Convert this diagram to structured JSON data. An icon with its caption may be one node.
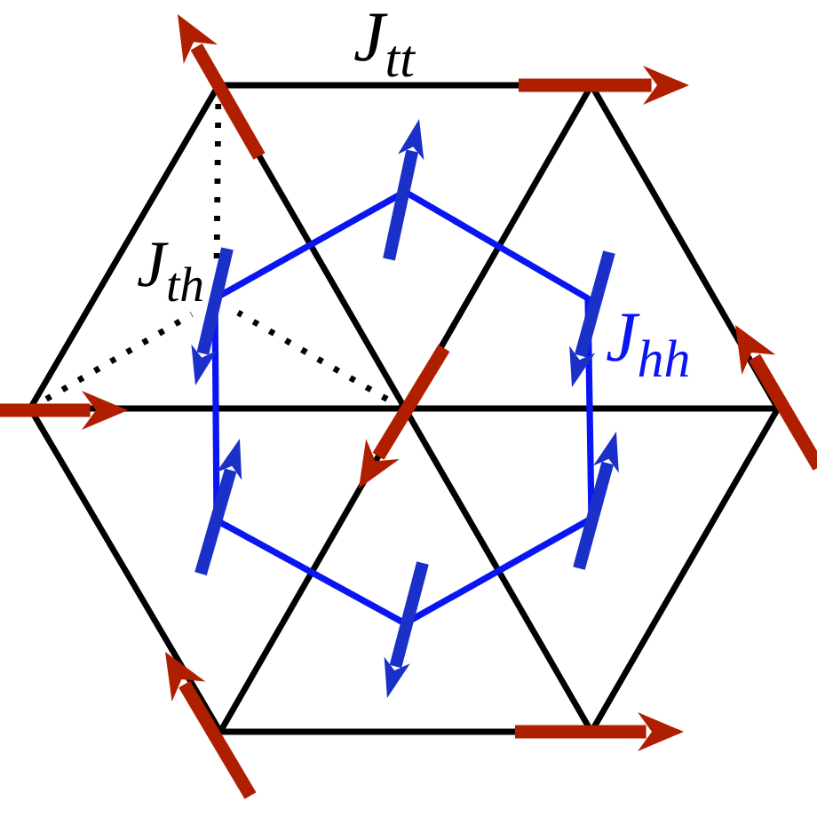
{
  "diagram": {
    "labels": [
      "J$_{tt}$",
      "J$_{th}$",
      "J$_{hh}$"
    ]
  }
}
